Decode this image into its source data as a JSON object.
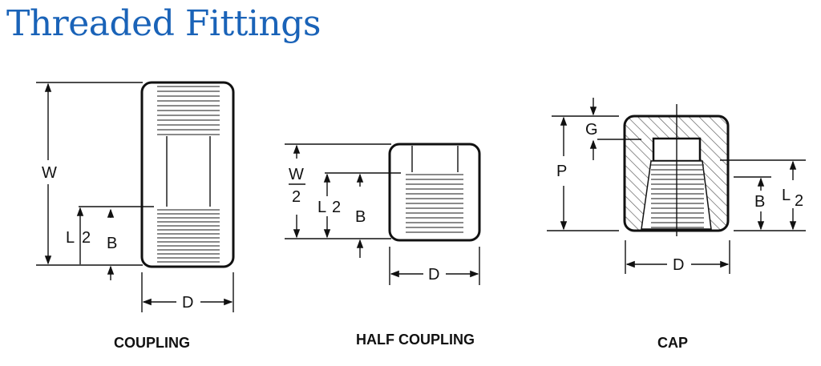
{
  "title": "Threaded Fittings",
  "fittings": {
    "coupling": {
      "name": "COUPLING",
      "dim_w": "W",
      "dim_l": "L",
      "dim_l_sub": "2",
      "dim_b": "B",
      "dim_d": "D"
    },
    "half_coupling": {
      "name": "HALF COUPLING",
      "dim_w": "W",
      "dim_w_den": "2",
      "dim_l": "L",
      "dim_l_sub": "2",
      "dim_b": "B",
      "dim_d": "D"
    },
    "cap": {
      "name": "CAP",
      "dim_p": "P",
      "dim_g": "G",
      "dim_l": "L",
      "dim_l_sub": "2",
      "dim_b": "B",
      "dim_d": "D"
    }
  },
  "colors": {
    "title": "#1a63b8"
  }
}
